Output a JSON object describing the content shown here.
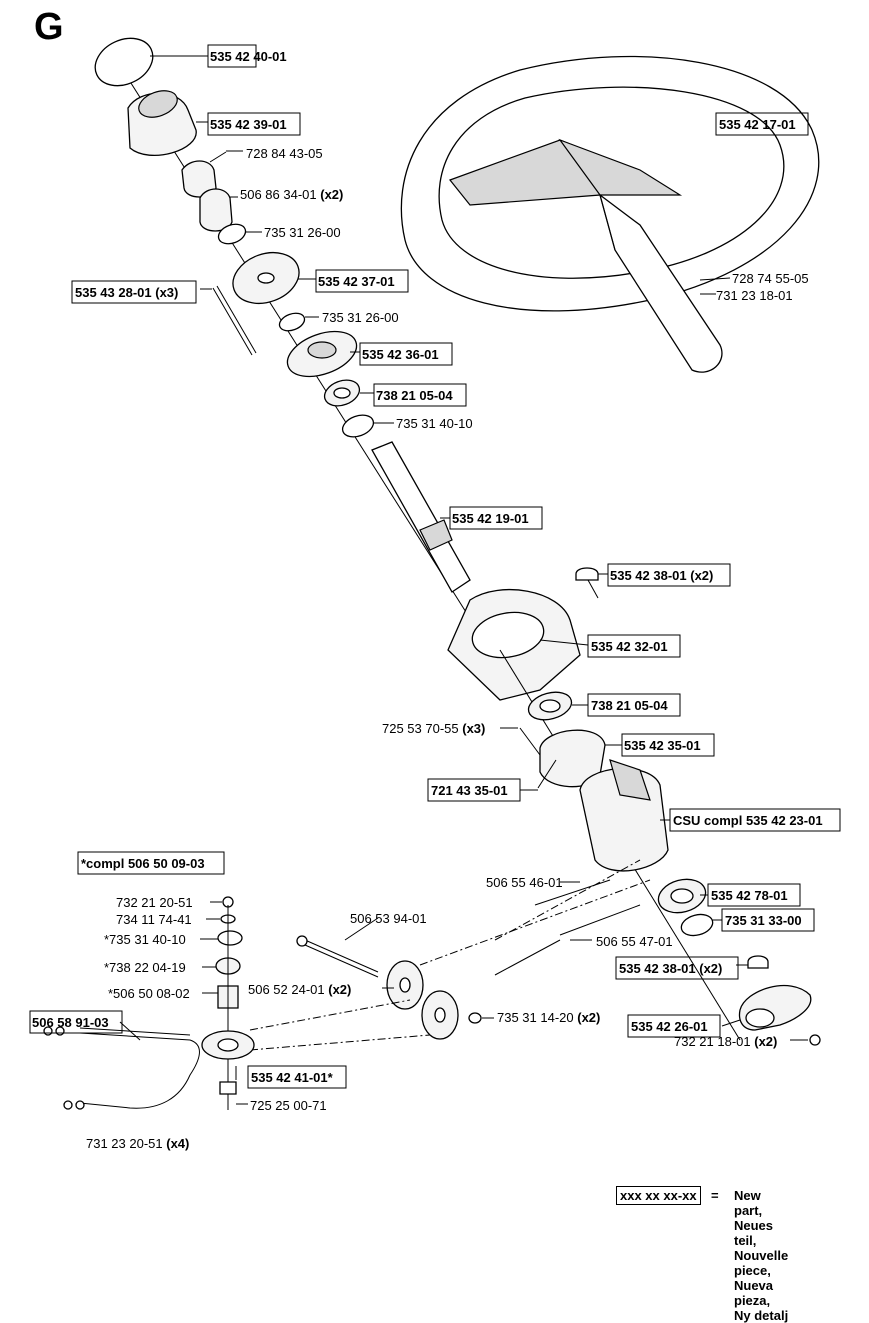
{
  "section_letter": "G",
  "parts": [
    {
      "id": "p1",
      "label": "535 42 40-01",
      "new": true
    },
    {
      "id": "p2",
      "label": "535 42 39-01",
      "new": true
    },
    {
      "id": "p3",
      "label": "728 84 43-05",
      "new": false
    },
    {
      "id": "p4",
      "label": "506 86 34-01",
      "qty": "(x2)",
      "new": false
    },
    {
      "id": "p5",
      "label": "735 31 26-00",
      "new": false
    },
    {
      "id": "p6",
      "label": "535 43 28-01 (x3)",
      "new": true
    },
    {
      "id": "p7",
      "label": "535 42 37-01",
      "new": true
    },
    {
      "id": "p8",
      "label": "735 31 26-00",
      "new": false
    },
    {
      "id": "p9",
      "label": "535 42 36-01",
      "new": true
    },
    {
      "id": "p10",
      "label": "738 21 05-04",
      "new": true
    },
    {
      "id": "p11",
      "label": "735 31 40-10",
      "new": false
    },
    {
      "id": "p12",
      "label": "535 42 17-01",
      "new": true
    },
    {
      "id": "p13",
      "label": "728 74 55-05",
      "new": false
    },
    {
      "id": "p14",
      "label": "731 23 18-01",
      "new": false
    },
    {
      "id": "p15",
      "label": "535 42 19-01",
      "new": true
    },
    {
      "id": "p16",
      "label": "535 42 38-01 (x2)",
      "new": true
    },
    {
      "id": "p17",
      "label": "535 42 32-01",
      "new": true
    },
    {
      "id": "p18",
      "label": "738 21 05-04",
      "new": true
    },
    {
      "id": "p19",
      "label": "725 53 70-55",
      "qty": "(x3)",
      "new": false
    },
    {
      "id": "p20",
      "label": "535 42 35-01",
      "new": true
    },
    {
      "id": "p21",
      "label": "721 43 35-01",
      "new": true
    },
    {
      "id": "p22",
      "label": "CSU compl 535 42 23-01",
      "new": true
    },
    {
      "id": "p23",
      "label": "*compl 506 50 09-03",
      "new": true
    },
    {
      "id": "p24",
      "label": "732 21 20-51",
      "new": false
    },
    {
      "id": "p25",
      "label": "734 11 74-41",
      "new": false
    },
    {
      "id": "p26",
      "label": "*735 31 40-10",
      "new": false
    },
    {
      "id": "p27",
      "label": "*738 22 04-19",
      "new": false
    },
    {
      "id": "p28",
      "label": "*506 50 08-02",
      "new": false
    },
    {
      "id": "p29",
      "label": "506 58 91-03",
      "new": true
    },
    {
      "id": "p30",
      "label": "506 55 46-01",
      "new": false
    },
    {
      "id": "p31",
      "label": "506 53 94-01",
      "new": false
    },
    {
      "id": "p32",
      "label": "506 55 47-01",
      "new": false
    },
    {
      "id": "p33",
      "label": "535 42 78-01",
      "new": true
    },
    {
      "id": "p34",
      "label": "735 31 33-00",
      "new": true
    },
    {
      "id": "p35",
      "label": "535 42 38-01 (x2)",
      "new": true
    },
    {
      "id": "p36",
      "label": "506 52 24-01",
      "qty": "(x2)",
      "new": false
    },
    {
      "id": "p37",
      "label": "735 31 14-20",
      "qty": "(x2)",
      "new": false
    },
    {
      "id": "p38",
      "label": "535 42 26-01",
      "new": true
    },
    {
      "id": "p39",
      "label": "732 21 18-01",
      "qty": "(x2)",
      "new": false
    },
    {
      "id": "p40",
      "label": "535 42 41-01*",
      "new": true
    },
    {
      "id": "p41",
      "label": "725 25 00-71",
      "new": false
    },
    {
      "id": "p42",
      "label": "731 23 20-51",
      "qty": "(x4)",
      "new": false
    }
  ],
  "legend": {
    "code": "xxx xx xx-xx",
    "equals": "=",
    "meanings": [
      "New part,",
      "Neues teil,",
      "Nouvelle piece,",
      "Nueva pieza,",
      "Ny detalj"
    ]
  }
}
